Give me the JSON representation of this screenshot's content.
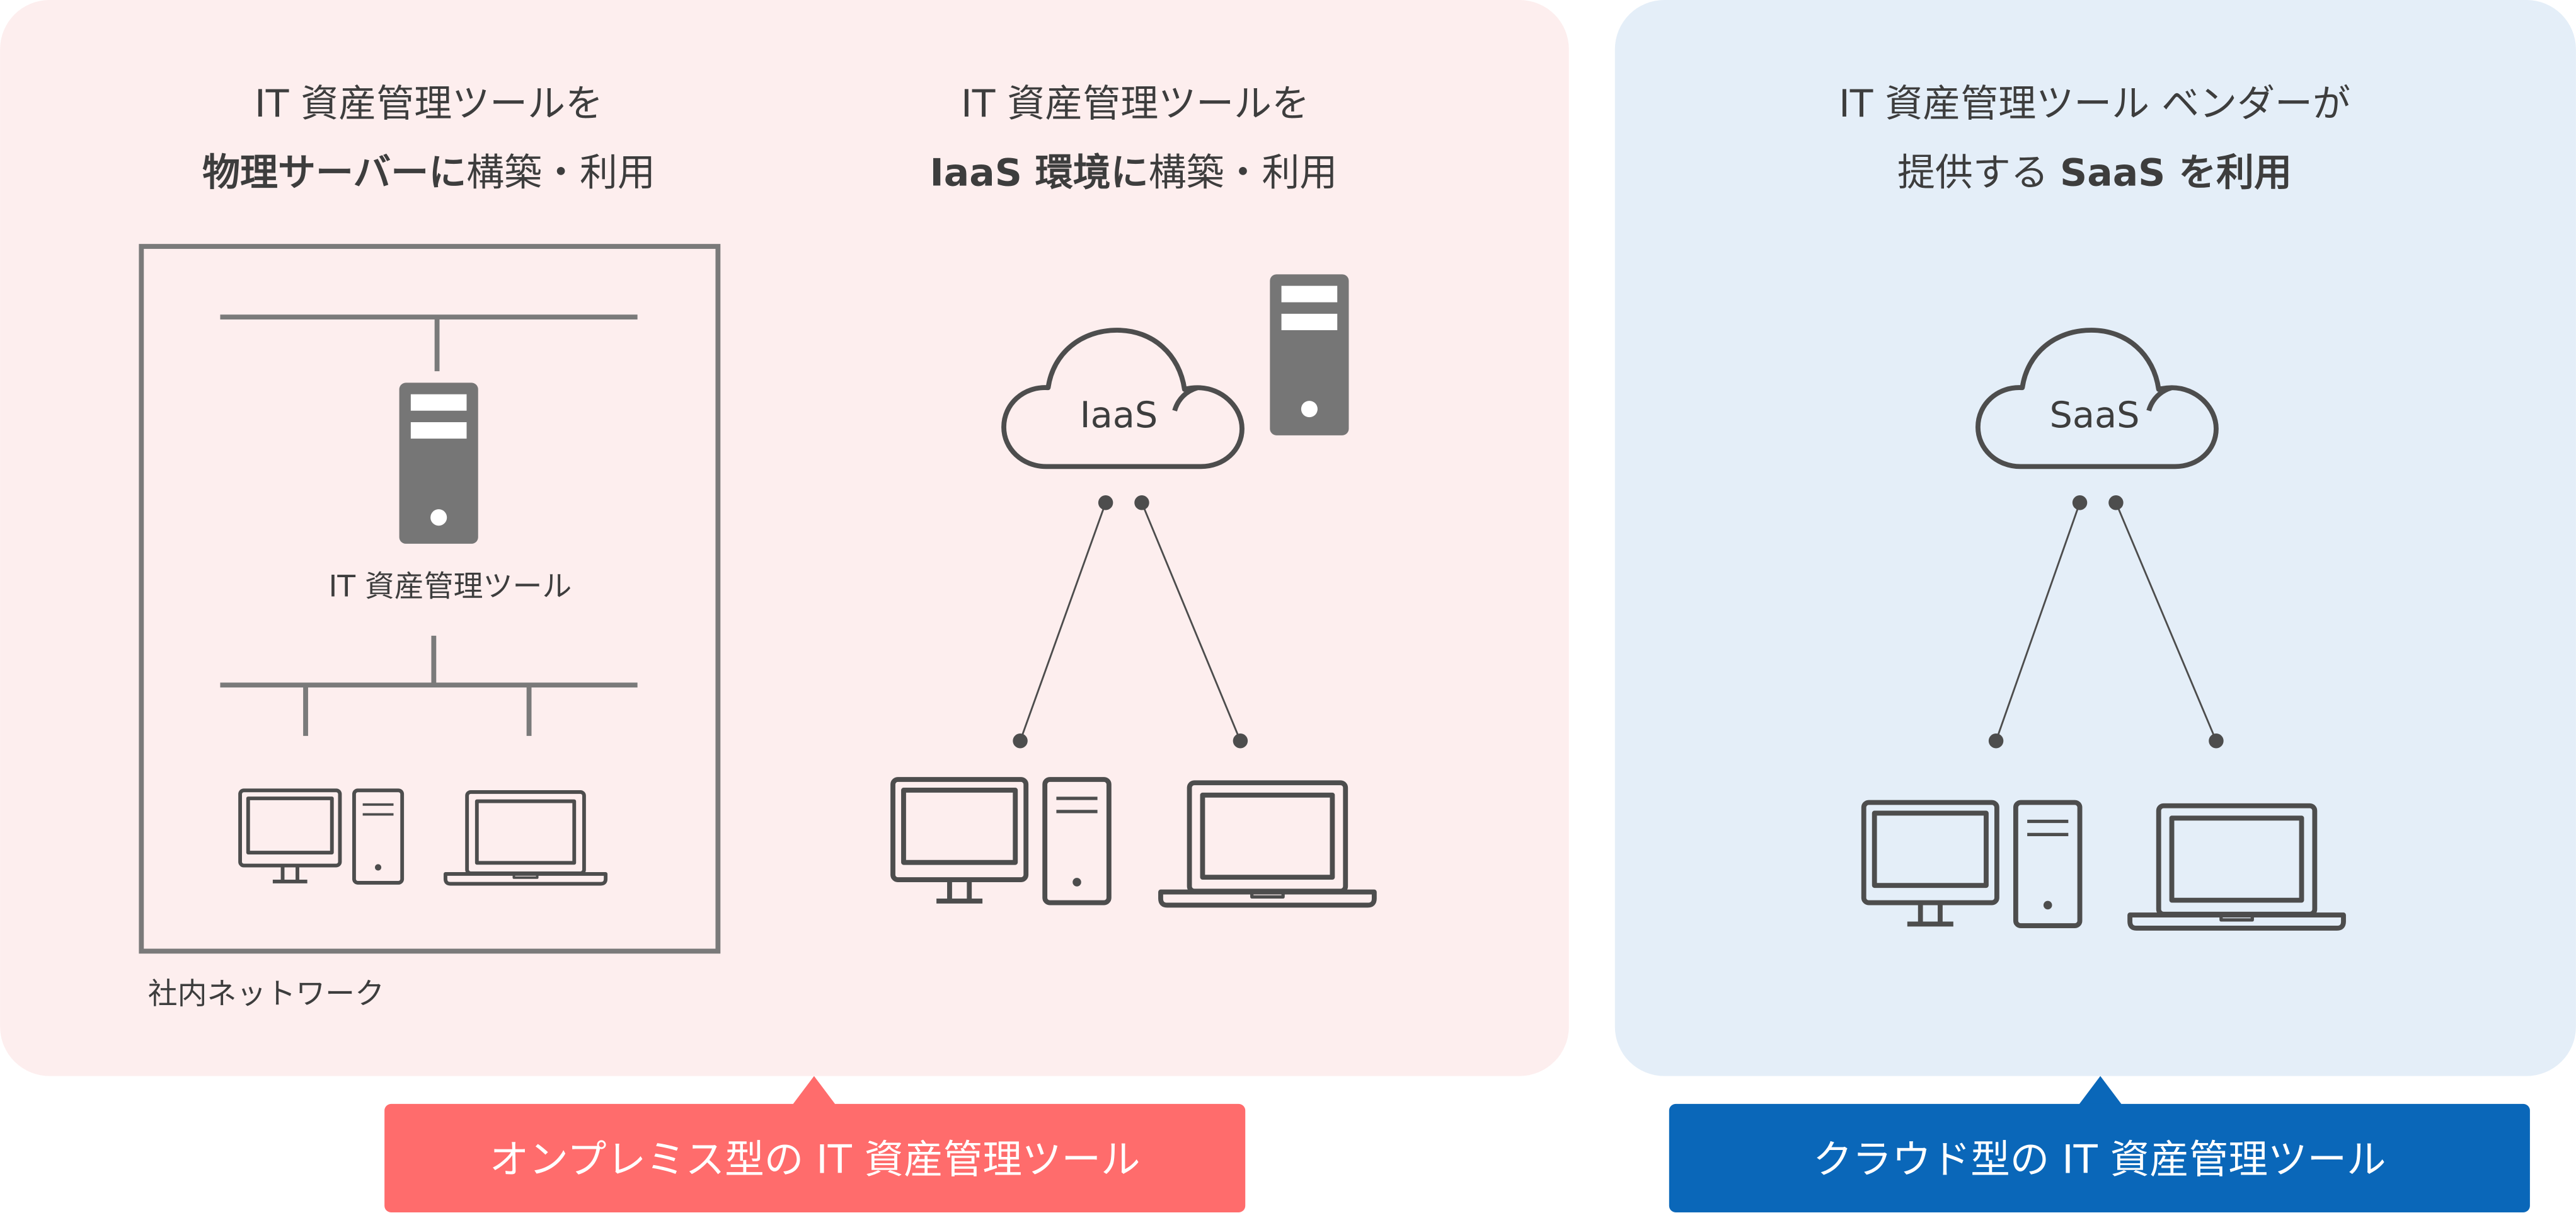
{
  "colors": {
    "onprem_panel": "#fdeeee",
    "cloud_panel": "#e4eef8",
    "onprem_caption": "#ff6c6c",
    "cloud_caption": "#0a67b9",
    "caption_text": "#ffffff",
    "text": "#3d3d3d",
    "network_line": "#7a7a7a",
    "server": "#767676",
    "device_outline": "#4d4d4d"
  },
  "onprem": {
    "physical": {
      "heading_line1": "IT 資産管理ツールを",
      "heading_line2_bold": "物理サーバーに",
      "heading_line2_rest": "構築・利用",
      "server_label": "IT 資産管理ツール",
      "network_label": "社内ネットワーク",
      "icons": [
        "server-icon",
        "desktop-computer-icon",
        "laptop-icon"
      ]
    },
    "iaas": {
      "heading_line1": "IT 資産管理ツールを",
      "heading_line2_bold": "IaaS 環境に",
      "heading_line2_rest": "構築・利用",
      "cloud_label": "IaaS",
      "icons": [
        "cloud-icon",
        "server-icon",
        "desktop-computer-icon",
        "laptop-icon"
      ]
    },
    "caption": "オンプレミス型の IT 資産管理ツール"
  },
  "cloud": {
    "saas": {
      "heading_line1": "IT 資産管理ツール ベンダーが",
      "heading_line2_rest": "提供する",
      "heading_line2_bold": "SaaS を利用",
      "cloud_label": "SaaS",
      "icons": [
        "cloud-icon",
        "desktop-computer-icon",
        "laptop-icon"
      ]
    },
    "caption": "クラウド型の IT 資産管理ツール"
  }
}
